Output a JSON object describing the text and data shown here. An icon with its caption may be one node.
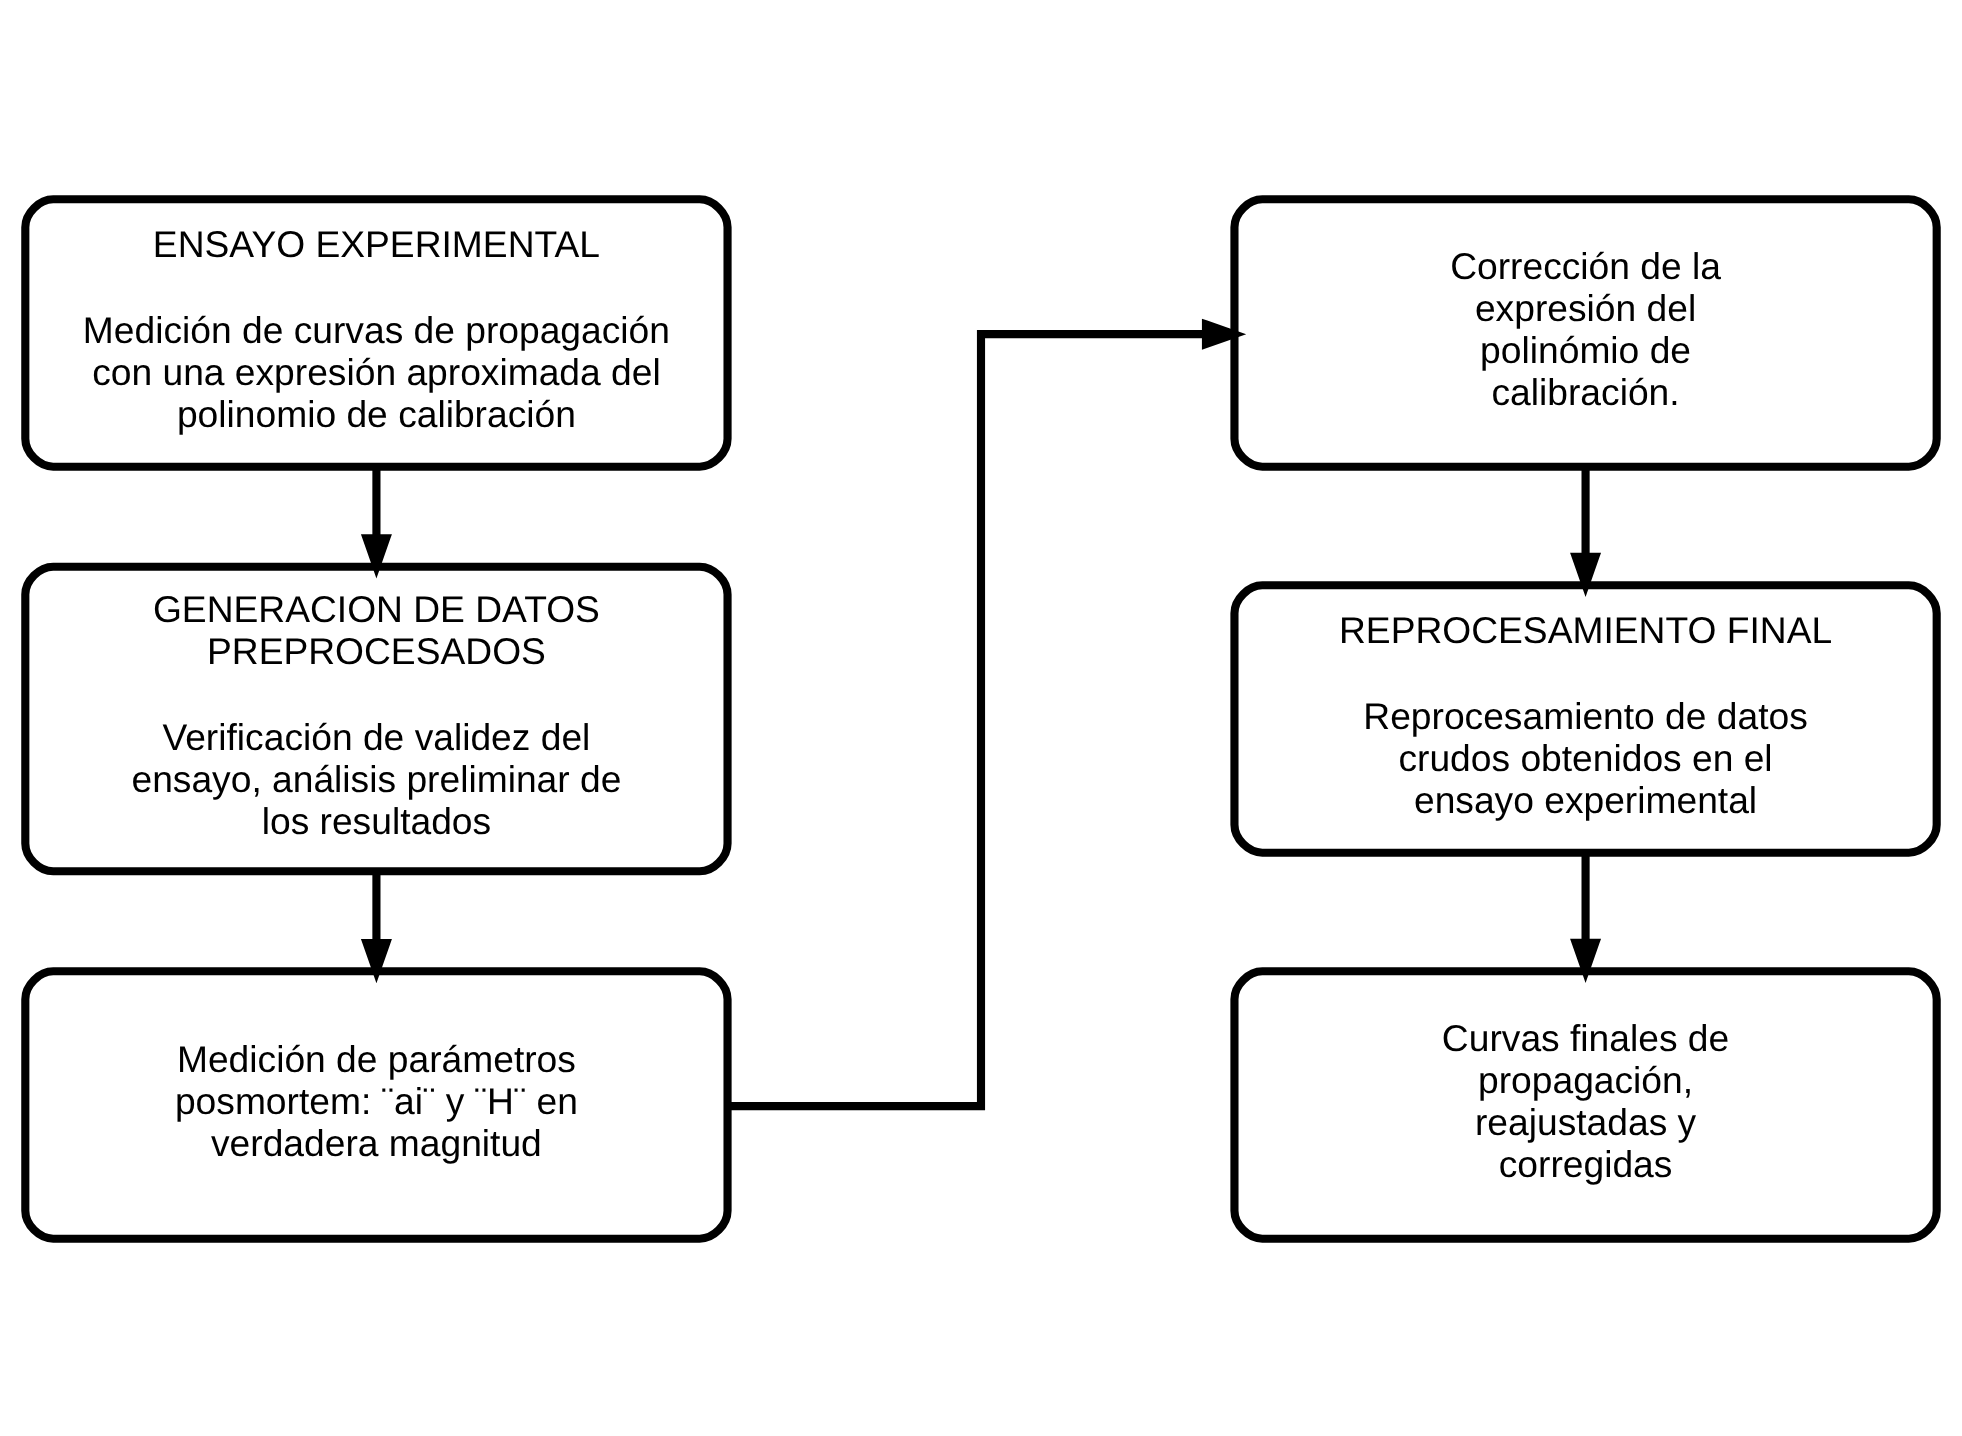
{
  "diagram": {
    "nodes": [
      {
        "text": [
          "ENSAYO EXPERIMENTAL",
          "Medición de curvas de propagación con una expresión aproximada del polinomio de calibración"
        ]
      },
      {
        "text": [
          "GENERACION DE DATOS PREPROCESADOS",
          "Verificación de validez del ensayo, análisis preliminar de los resultados"
        ]
      },
      {
        "text": [
          "Medición de parámetros posmortem: ¨ai¨ y ¨H¨ en verdadera magnitud"
        ]
      },
      {
        "text": [
          "Corrección de la expresión del polinómio de calibración."
        ]
      },
      {
        "text": [
          "REPROCESAMIENTO FINAL",
          "Reprocesamiento de datos crudos obtenidos en el ensayo experimental"
        ]
      },
      {
        "text": [
          "Curvas finales de propagación, reajustadas y corregidas"
        ]
      }
    ],
    "edges": [
      {
        "from": 0,
        "to": 1,
        "arrow": "to"
      },
      {
        "from": 1,
        "to": 2,
        "arrow": "to"
      },
      {
        "from": 2,
        "to": 3,
        "arrow": "to"
      },
      {
        "from": 3,
        "to": 4,
        "arrow": "to"
      },
      {
        "from": 4,
        "to": 5,
        "arrow": "to"
      }
    ]
  }
}
